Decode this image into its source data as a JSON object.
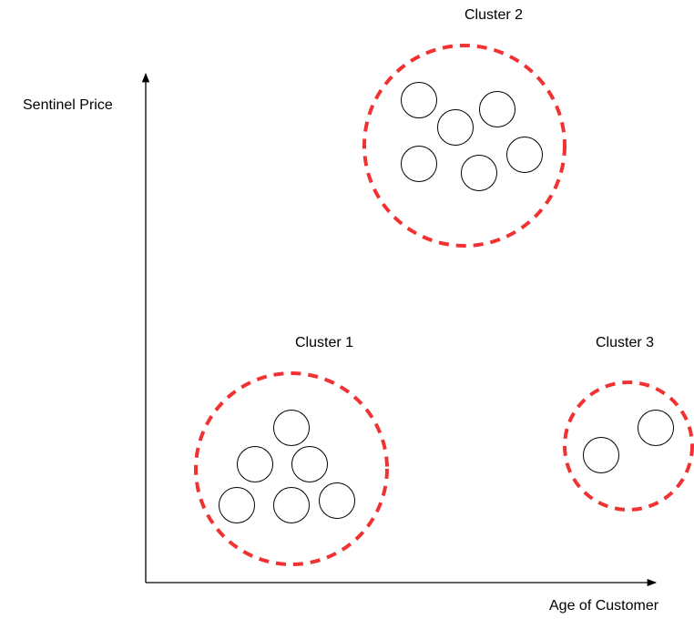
{
  "axes": {
    "y_label": "Sentinel Price",
    "x_label": "Age of Customer"
  },
  "clusters": [
    {
      "label": "Cluster 1",
      "point_count": 6
    },
    {
      "label": "Cluster 2",
      "point_count": 6
    },
    {
      "label": "Cluster 3",
      "point_count": 2
    }
  ],
  "colors": {
    "cluster_ring": "#f03232",
    "point_stroke": "#000000",
    "axis": "#000000"
  }
}
